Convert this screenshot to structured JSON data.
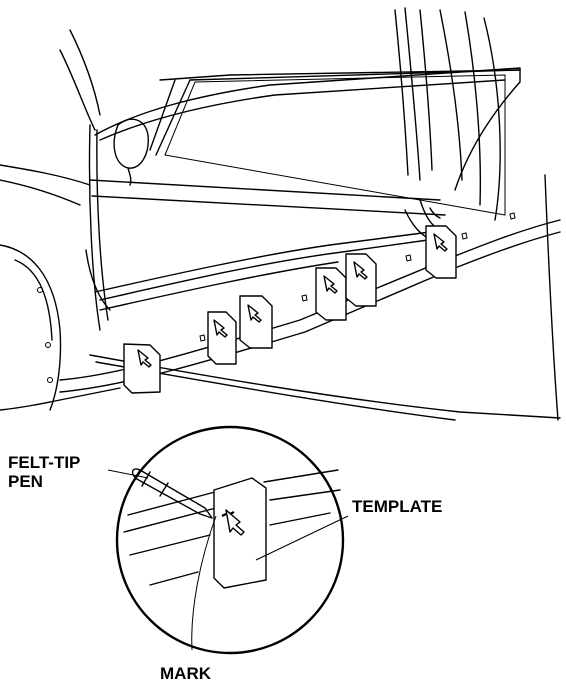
{
  "labels": {
    "felt_tip_pen_line1": "FELT-TIP",
    "felt_tip_pen_line2": "PEN",
    "template": "TEMPLATE",
    "mark": "MARK"
  }
}
